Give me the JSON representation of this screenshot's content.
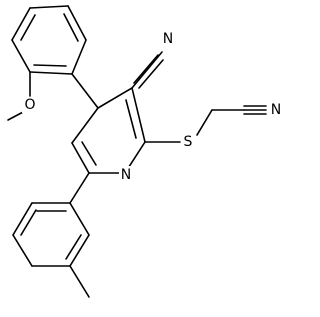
{
  "diagram": {
    "type": "chemical-structure",
    "bond_color": "#000000",
    "background": "#ffffff",
    "atoms": {
      "nitrile_top": "N",
      "sulfur": "S",
      "nitrile_right": "N",
      "pyridine_n": "N",
      "methoxy_o": "O"
    }
  }
}
